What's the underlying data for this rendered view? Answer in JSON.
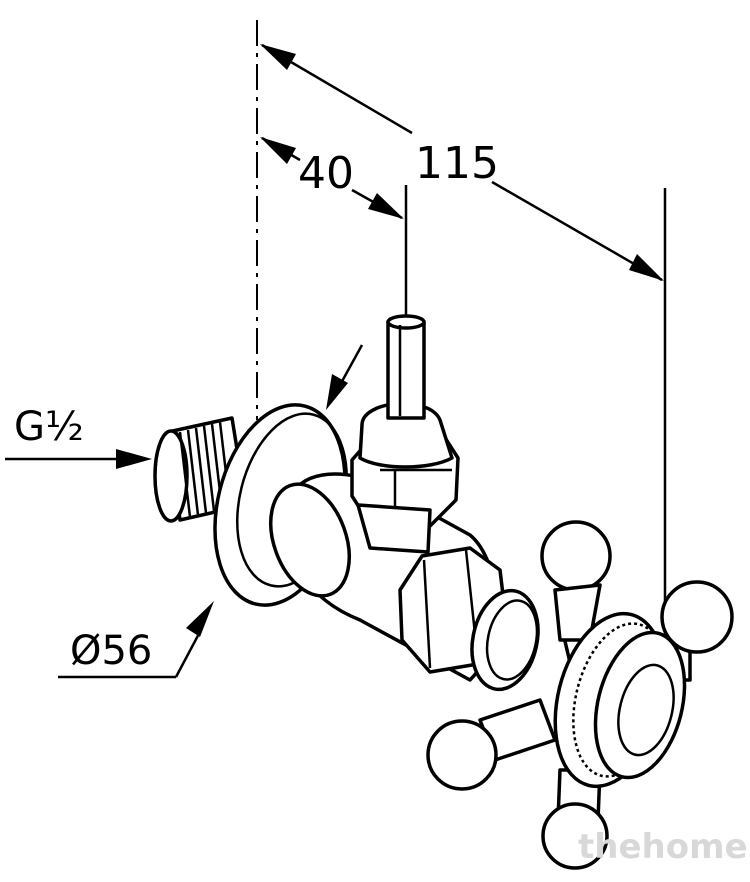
{
  "dimensions": {
    "overall_length": "115",
    "center_offset": "40",
    "thread_size": "G½",
    "rosette_diameter": "Ø56"
  },
  "watermark": "thehome"
}
